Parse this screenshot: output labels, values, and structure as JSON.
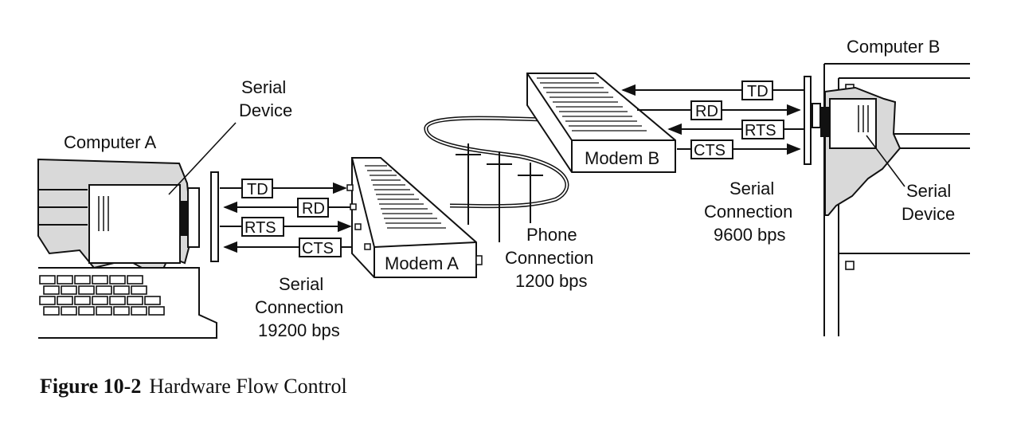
{
  "labels": {
    "computer_a": "Computer A",
    "computer_b": "Computer B",
    "serial_device_a_line1": "Serial",
    "serial_device_a_line2": "Device",
    "serial_device_b_line1": "Serial",
    "serial_device_b_line2": "Device",
    "modem_a": "Modem A",
    "modem_b": "Modem B",
    "serial_conn_a_line1": "Serial",
    "serial_conn_a_line2": "Connection",
    "serial_conn_a_line3": "19200 bps",
    "phone_line1": "Phone",
    "phone_line2": "Connection",
    "phone_line3": "1200 bps",
    "serial_conn_b_line1": "Serial",
    "serial_conn_b_line2": "Connection",
    "serial_conn_b_line3": "9600 bps"
  },
  "signals": {
    "a": [
      "TD",
      "RD",
      "RTS",
      "CTS"
    ],
    "b": [
      "TD",
      "RD",
      "RTS",
      "CTS"
    ]
  },
  "caption": {
    "number": "Figure 10-2",
    "title": "Hardware Flow Control"
  },
  "colors": {
    "ink": "#111111",
    "device_fill": "#d9d9d9"
  }
}
